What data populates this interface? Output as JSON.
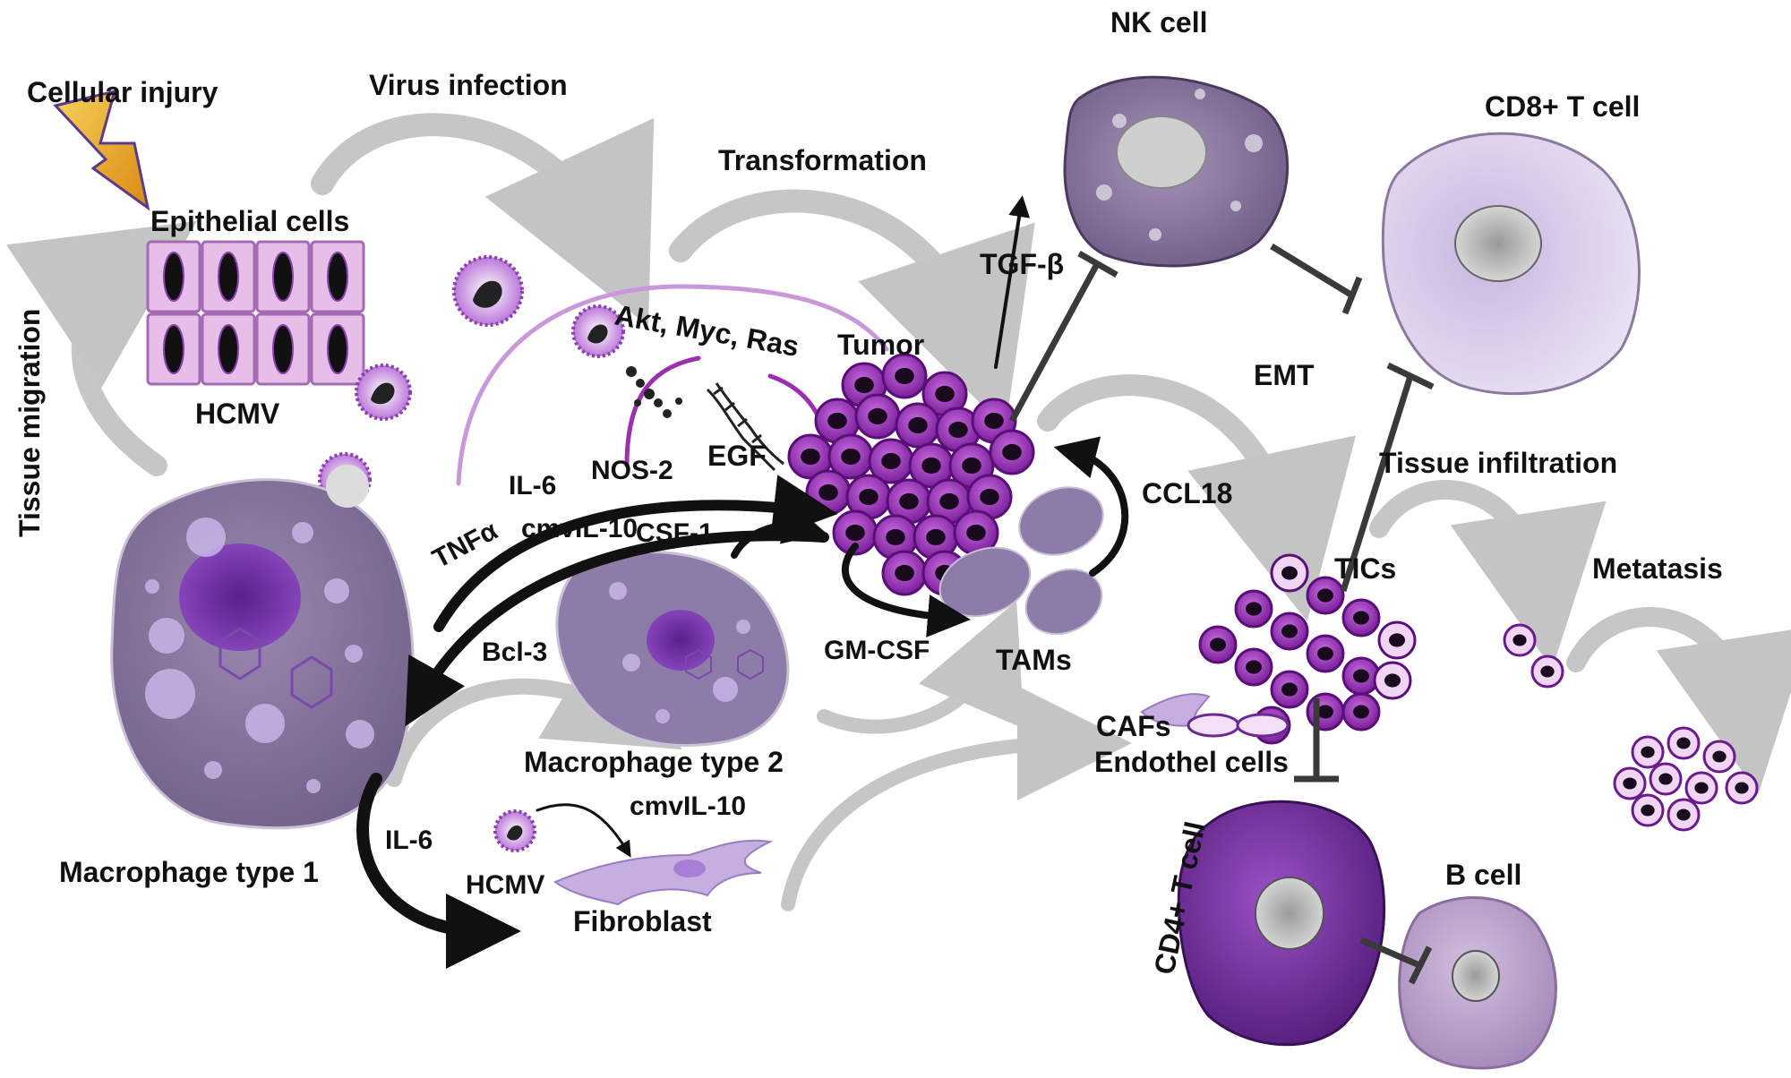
{
  "labels": {
    "cellular_injury": "Cellular injury",
    "virus_infection": "Virus infection",
    "epithelial_cells": "Epithelial cells",
    "tissue_migration": "Tissue migration",
    "hcmv_top": "HCMV",
    "transformation": "Transformation",
    "nk_cell": "NK cell",
    "cd8_t_cell": "CD8+ T cell",
    "tgf_beta": "TGF-β",
    "akt_myc_ras": "Akt, Myc, Ras",
    "tumor": "Tumor",
    "egf": "EGF",
    "emt": "EMT",
    "tissue_infiltration": "Tissue infiltration",
    "tnfa": "TNFα",
    "il6_top": "IL-6",
    "nos2": "NOS-2",
    "cmvil10_top": "cmvIL-10",
    "csf1": "CSF-1",
    "ccl18": "CCL18",
    "tics": "TICs",
    "metatasis": "Metatasis",
    "bcl3": "Bcl-3",
    "gm_csf": "GM-CSF",
    "tams": "TAMs",
    "cafs": "CAFs",
    "endothel_cells": "Endothel cells",
    "macrophage_type2": "Macrophage type 2",
    "cmvil10_bottom": "cmvIL-10",
    "il6_bottom": "IL-6",
    "macrophage_type1": "Macrophage type 1",
    "hcmv_bottom": "HCMV",
    "fibroblast": "Fibroblast",
    "cd4_t_cell": "CD4+ T cell",
    "b_cell": "B cell"
  },
  "colors": {
    "tumor_cell": "#a63cc8",
    "tumor_nucleus": "#1a0a1e",
    "macrophage": "#8c7aa6",
    "nk_cell": "#7e6b96",
    "cd8_cell": "#ddd3ea",
    "cd4_cell": "#6a2a92",
    "b_cell": "#b59cc6",
    "epithelial": "#e3b8e8",
    "process_arrow": "#c8c8c8",
    "signal_arrow": "#111111",
    "inhibition": "#3a3a3a",
    "lightning": "#e8a21a"
  }
}
